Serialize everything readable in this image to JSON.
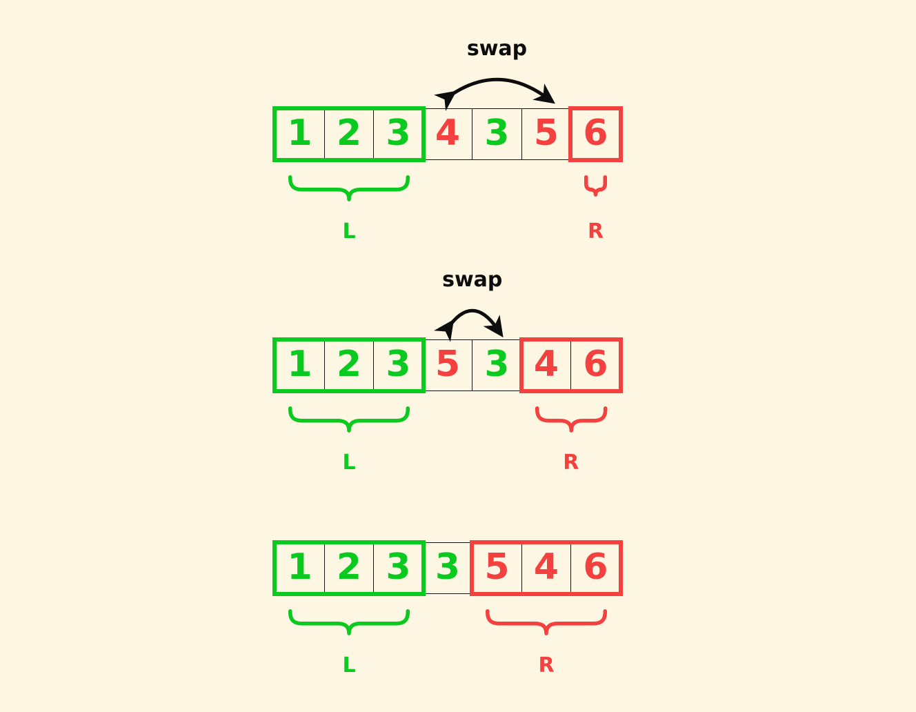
{
  "page": {
    "title": "Partition swap steps diagram",
    "background_color": "#fdf6e3",
    "green": "#0ac91f",
    "red": "#f4403f",
    "black": "#111111"
  },
  "labels": {
    "swap": "swap",
    "left": "L",
    "right": "R"
  },
  "steps": [
    {
      "id": "step-1",
      "cells": [
        {
          "value": "1",
          "color": "green"
        },
        {
          "value": "2",
          "color": "green"
        },
        {
          "value": "3",
          "color": "green"
        },
        {
          "value": "4",
          "color": "red"
        },
        {
          "value": "3",
          "color": "green"
        },
        {
          "value": "5",
          "color": "red"
        },
        {
          "value": "6",
          "color": "red"
        }
      ],
      "left_group": {
        "label": "L",
        "from": 0,
        "to": 2
      },
      "right_group": {
        "label": "R",
        "from": 6,
        "to": 6
      },
      "swap": {
        "label": "swap",
        "from": 3,
        "to": 5
      }
    },
    {
      "id": "step-2",
      "cells": [
        {
          "value": "1",
          "color": "green"
        },
        {
          "value": "2",
          "color": "green"
        },
        {
          "value": "3",
          "color": "green"
        },
        {
          "value": "5",
          "color": "red"
        },
        {
          "value": "3",
          "color": "green"
        },
        {
          "value": "4",
          "color": "red"
        },
        {
          "value": "6",
          "color": "red"
        }
      ],
      "left_group": {
        "label": "L",
        "from": 0,
        "to": 2
      },
      "right_group": {
        "label": "R",
        "from": 5,
        "to": 6
      },
      "swap": {
        "label": "swap",
        "from": 3,
        "to": 4
      }
    },
    {
      "id": "step-3",
      "cells": [
        {
          "value": "1",
          "color": "green"
        },
        {
          "value": "2",
          "color": "green"
        },
        {
          "value": "3",
          "color": "green"
        },
        {
          "value": "3",
          "color": "green"
        },
        {
          "value": "5",
          "color": "red"
        },
        {
          "value": "4",
          "color": "red"
        },
        {
          "value": "6",
          "color": "red"
        }
      ],
      "left_group": {
        "label": "L",
        "from": 0,
        "to": 2
      },
      "right_group": {
        "label": "R",
        "from": 4,
        "to": 6
      },
      "swap": null
    }
  ]
}
